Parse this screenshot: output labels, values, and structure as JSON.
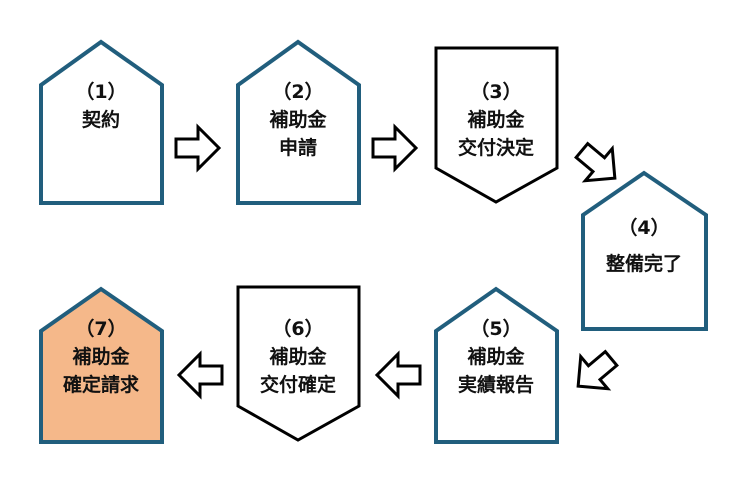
{
  "colors": {
    "house_border": "#215E7D",
    "doc_border": "#000000",
    "highlight_fill": "#F5B88A",
    "default_fill": "#FFFFFF",
    "arrow_border": "#000000"
  },
  "steps": [
    {
      "number": "（1）",
      "lines": [
        "契約"
      ],
      "shape": "house",
      "highlight": false
    },
    {
      "number": "（2）",
      "lines": [
        "補助金",
        "申請"
      ],
      "shape": "house",
      "highlight": false
    },
    {
      "number": "（3）",
      "lines": [
        "補助金",
        "交付決定"
      ],
      "shape": "document",
      "highlight": false
    },
    {
      "number": "（4）",
      "lines": [
        "整備完了"
      ],
      "shape": "house",
      "highlight": false
    },
    {
      "number": "（5）",
      "lines": [
        "補助金",
        "実績報告"
      ],
      "shape": "house",
      "highlight": false
    },
    {
      "number": "（6）",
      "lines": [
        "補助金",
        "交付確定"
      ],
      "shape": "document",
      "highlight": false
    },
    {
      "number": "（7）",
      "lines": [
        "補助金",
        "確定請求"
      ],
      "shape": "house",
      "highlight": true
    }
  ]
}
